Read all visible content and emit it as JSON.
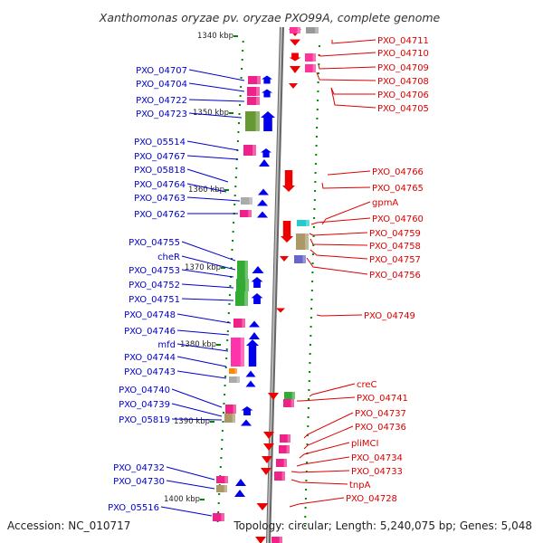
{
  "title": "Xanthomonas oryzae pv. oryzae PXO99A, complete genome",
  "footer": {
    "accession": "Accession: NC_010717",
    "summary": "Topology: circular; Length: 5,240,075 bp; Genes: 5,048"
  },
  "colors": {
    "forward_gene": "#0000ee",
    "reverse_gene": "#ee0000",
    "left_label": "#0000cc",
    "right_label": "#dd0000",
    "backbone": "#888888",
    "tick": "#008800"
  },
  "ruler": [
    "1340 kbp",
    "1350 kbp",
    "1360 kbp",
    "1370 kbp",
    "1380 kbp",
    "1390 kbp",
    "1400 kbp"
  ],
  "left_labels": [
    "PXO_04707",
    "PXO_04704",
    "PXO_04722",
    "PXO_04723",
    "PXO_05514",
    "PXO_04767",
    "PXO_05818",
    "PXO_04764",
    "PXO_04763",
    "PXO_04762",
    "PXO_04755",
    "cheR",
    "PXO_04753",
    "PXO_04752",
    "PXO_04751",
    "PXO_04748",
    "PXO_04746",
    "mfd",
    "PXO_04744",
    "PXO_04743",
    "PXO_04740",
    "PXO_04739",
    "PXO_05819",
    "PXO_04732",
    "PXO_04730",
    "PXO_05516"
  ],
  "right_labels": [
    "PXO_04711",
    "PXO_04710",
    "PXO_04709",
    "PXO_04708",
    "PXO_04706",
    "PXO_04705",
    "PXO_04766",
    "PXO_04765",
    "gpmA",
    "PXO_04760",
    "PXO_04759",
    "PXO_04758",
    "PXO_04757",
    "PXO_04756",
    "PXO_04749",
    "creC",
    "PXO_04741",
    "PXO_04737",
    "PXO_04736",
    "pliMCI",
    "PXO_04734",
    "PXO_04733",
    "tnpA",
    "PXO_04728"
  ]
}
